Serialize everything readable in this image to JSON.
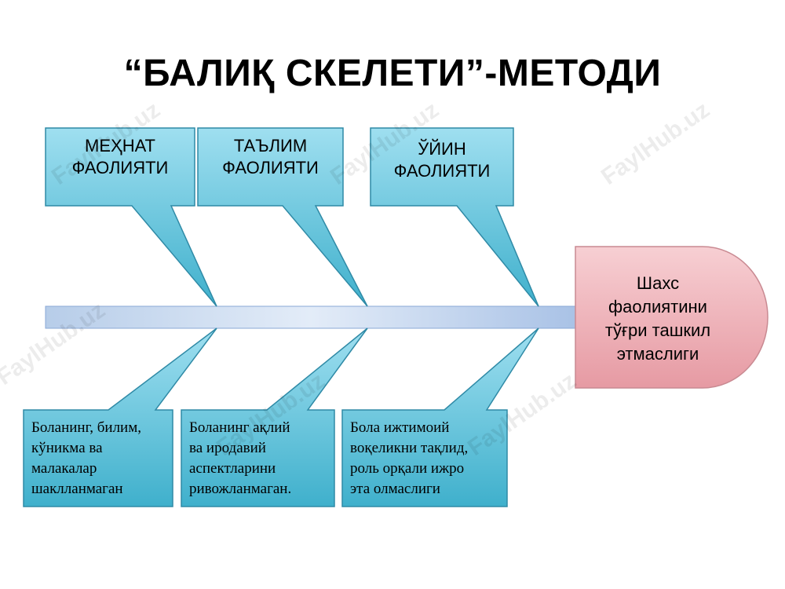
{
  "title": "“БАЛИҚ СКЕЛЕТИ”-МЕТОДИ",
  "categories": [
    {
      "label": "МЕҲНАТ\nФАОЛИЯТИ"
    },
    {
      "label": "ТАЪЛИМ\nФАОЛИЯТИ"
    },
    {
      "label": "ЎЙИН\nФАОЛИЯТИ"
    }
  ],
  "causes": [
    {
      "text": "Боланинг, билим,\nкўникма ва\nмалакалар\nшаклланмаган"
    },
    {
      "text": "Боланинг ақлий\nва иродавий\nаспектларини\nривожланмаган."
    },
    {
      "text": "Бола ижтимоий\nвоқеликни    тақлид,\nроль орқали ижро\n эта олмаслиги"
    }
  ],
  "effect": {
    "text": "Шахс\nфаолиятини\nтўғри ташкил\nэтмаслиги"
  },
  "watermark": "FaylHub.uz",
  "colors": {
    "box_fill": "#5fc3d8",
    "box_stroke": "#2f8aa6",
    "spine": "#9fbfe6",
    "effect_fill": "#f0b5bb",
    "effect_stroke": "#c98a92"
  }
}
